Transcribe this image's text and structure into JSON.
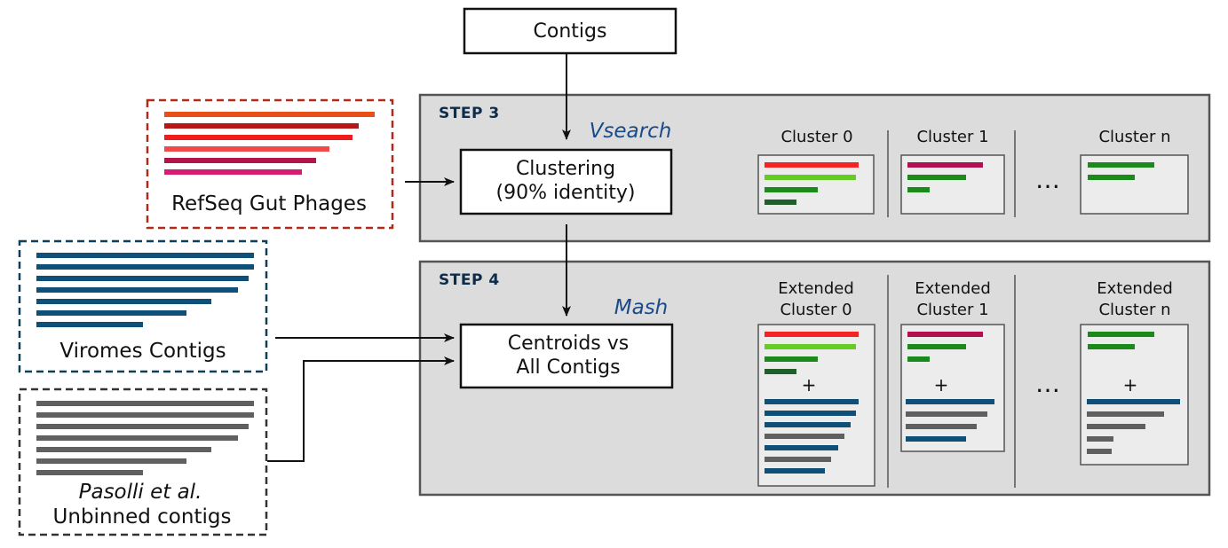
{
  "input": {
    "label": "Contigs"
  },
  "refseq": {
    "label": "RefSeq Gut Phages"
  },
  "viromes": {
    "label": "Viromes Contigs"
  },
  "pasolli": {
    "label_italic": "Pasolli et al.",
    "label": "Unbinned contigs"
  },
  "step3": {
    "title": "STEP 3",
    "tool": "Vsearch",
    "process_line1": "Clustering",
    "process_line2": "(90% identity)",
    "clusters": [
      "Cluster 0",
      "Cluster 1",
      "Cluster n"
    ],
    "ellipsis": "…"
  },
  "step4": {
    "title": "STEP 4",
    "tool": "Mash",
    "process_line1": "Centroids vs",
    "process_line2": "All Contigs",
    "clusters_line1": [
      "Extended",
      "Extended",
      "Extended"
    ],
    "clusters_line2": [
      "Cluster 0",
      "Cluster 1",
      "Cluster n"
    ],
    "plus": "+",
    "ellipsis": "…"
  },
  "colors": {
    "refseq_border": "#b02a1a",
    "virome_blue": "#0e5078",
    "pasolli_gray": "#606060",
    "panel_bg": "#dcdcdc",
    "inner_bg": "#ececec",
    "red": "#f42424",
    "light_green": "#66cc22",
    "green": "#1a8a1a",
    "dark_green": "#1f5f2a",
    "magenta": "#b01050"
  }
}
